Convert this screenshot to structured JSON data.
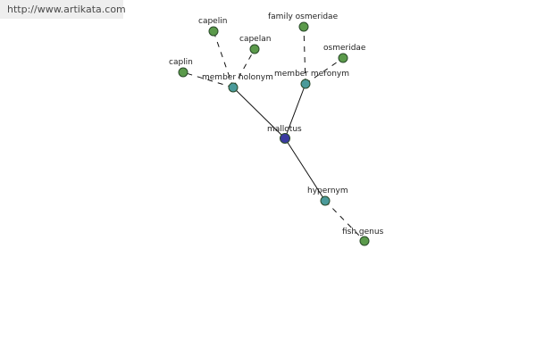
{
  "header": {
    "url": "http://www.artikata.com"
  },
  "colors": {
    "leaf": "#5b9a4b",
    "relation": "#4a9a9a",
    "center": "#3a3aa0"
  },
  "graph": {
    "nodes": [
      {
        "id": "mallotus",
        "label": "mallotus",
        "kind": "center"
      },
      {
        "id": "member-holonym",
        "label": "member holonym",
        "kind": "relation"
      },
      {
        "id": "member-meronym",
        "label": "member meronym",
        "kind": "relation"
      },
      {
        "id": "hypernym",
        "label": "hypernym",
        "kind": "relation"
      },
      {
        "id": "capelin",
        "label": "capelin",
        "kind": "leaf"
      },
      {
        "id": "capelan",
        "label": "capelan",
        "kind": "leaf"
      },
      {
        "id": "caplin",
        "label": "caplin",
        "kind": "leaf"
      },
      {
        "id": "family-osmeridae",
        "label": "family osmeridae",
        "kind": "leaf"
      },
      {
        "id": "osmeridae",
        "label": "osmeridae",
        "kind": "leaf"
      },
      {
        "id": "fish-genus",
        "label": "fish genus",
        "kind": "leaf"
      }
    ],
    "edges": [
      {
        "from": "mallotus",
        "to": "member-holonym",
        "style": "solid"
      },
      {
        "from": "mallotus",
        "to": "member-meronym",
        "style": "solid"
      },
      {
        "from": "mallotus",
        "to": "hypernym",
        "style": "solid"
      },
      {
        "from": "member-holonym",
        "to": "capelin",
        "style": "dashed"
      },
      {
        "from": "member-holonym",
        "to": "capelan",
        "style": "dashed"
      },
      {
        "from": "member-holonym",
        "to": "caplin",
        "style": "dashed"
      },
      {
        "from": "member-meronym",
        "to": "family-osmeridae",
        "style": "dashed"
      },
      {
        "from": "member-meronym",
        "to": "osmeridae",
        "style": "dashed"
      },
      {
        "from": "hypernym",
        "to": "fish-genus",
        "style": "dashed"
      }
    ]
  }
}
